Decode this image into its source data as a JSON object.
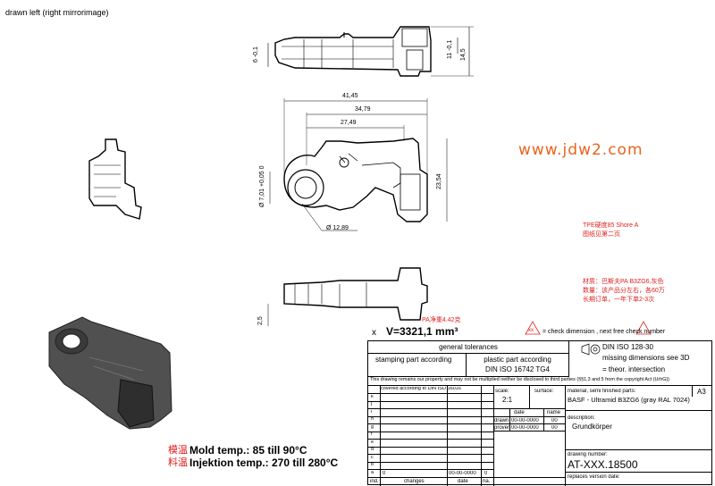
{
  "header": {
    "view_note": "drawn left  (right mirrorimage)"
  },
  "watermark": {
    "url": "www.jdw2.com"
  },
  "notes_cn": {
    "tpe": "TPE硬度85 Shore A",
    "tpe2": "图纸见第二页",
    "mat1": "材质：巴斯夫PA B3ZG6,灰色",
    "mat2": "数量：该产品分左右，各60万",
    "mat3": "长期订单，一年下单2-3次",
    "net_weight": "PA净重4.42克"
  },
  "volume": {
    "x": "x",
    "label": "V=3321,1 mm³"
  },
  "check_note": "= check dimension , next free check number",
  "check_symbol": "xx",
  "dims": {
    "top_h1": "6 -0,1",
    "top_h2": "11 -0,1",
    "top_h3": "14,5",
    "w1": "41,45",
    "w2": "34,79",
    "w3": "27,49",
    "h_side": "23,54",
    "dia1": "Ø 7,01 +0,05 0",
    "dia2": "Ø 12,89",
    "bottom": "2,5"
  },
  "mold": {
    "cn1": "模温",
    "cn2": "料温",
    "line1": "Mold temp.: 85 till 90°C",
    "line2": "Injektion temp.: 270 till 280°C"
  },
  "title_block": {
    "general_tol": "general tolerances",
    "stamping": "stamping part according",
    "plastic1": "plastic part according",
    "plastic2": "DIN ISO 16742 TG4",
    "iso": "DIN ISO 128-30",
    "missing": "missing dimensions see 3D",
    "theor": "= theor. intersection",
    "property": "This drawing remains our property and may not be multiplied neither be disclosed to third parties (§§1,3 and 5 from the copyright Act (UrhG))",
    "covered": "covered according to DIN ISO 16016",
    "scale_label": "scale:",
    "scale_val": "2:1",
    "surface_label": "surface:",
    "material_label": "material, semi finished parts:",
    "material_val": "BASF - Ultramid B3ZG6 (gray RAL 7024)",
    "format": "A3",
    "date_label": "date",
    "name_label": "name",
    "drawn": "drawn",
    "drawn_date": "00-00-0000",
    "drawn_no": "00",
    "prover": "prover",
    "prover_date": "00-00-0000",
    "prover_no": "00",
    "description_label": "description:",
    "description_val": "Grundkörper",
    "drawing_number_label": "drawing number:",
    "drawing_number": "AT-XXX.18500",
    "replaces": "replaces version date:",
    "ind_rows": [
      "k",
      "j",
      "i",
      "h",
      "g",
      "f",
      "e",
      "d",
      "c",
      "b",
      "a"
    ],
    "ind0": "0",
    "ind0_date": "00-00-0000",
    "ind0_na": "0",
    "col_ind": "ind.",
    "col_changes": "changes",
    "col_date": "date",
    "col_na": "na."
  }
}
